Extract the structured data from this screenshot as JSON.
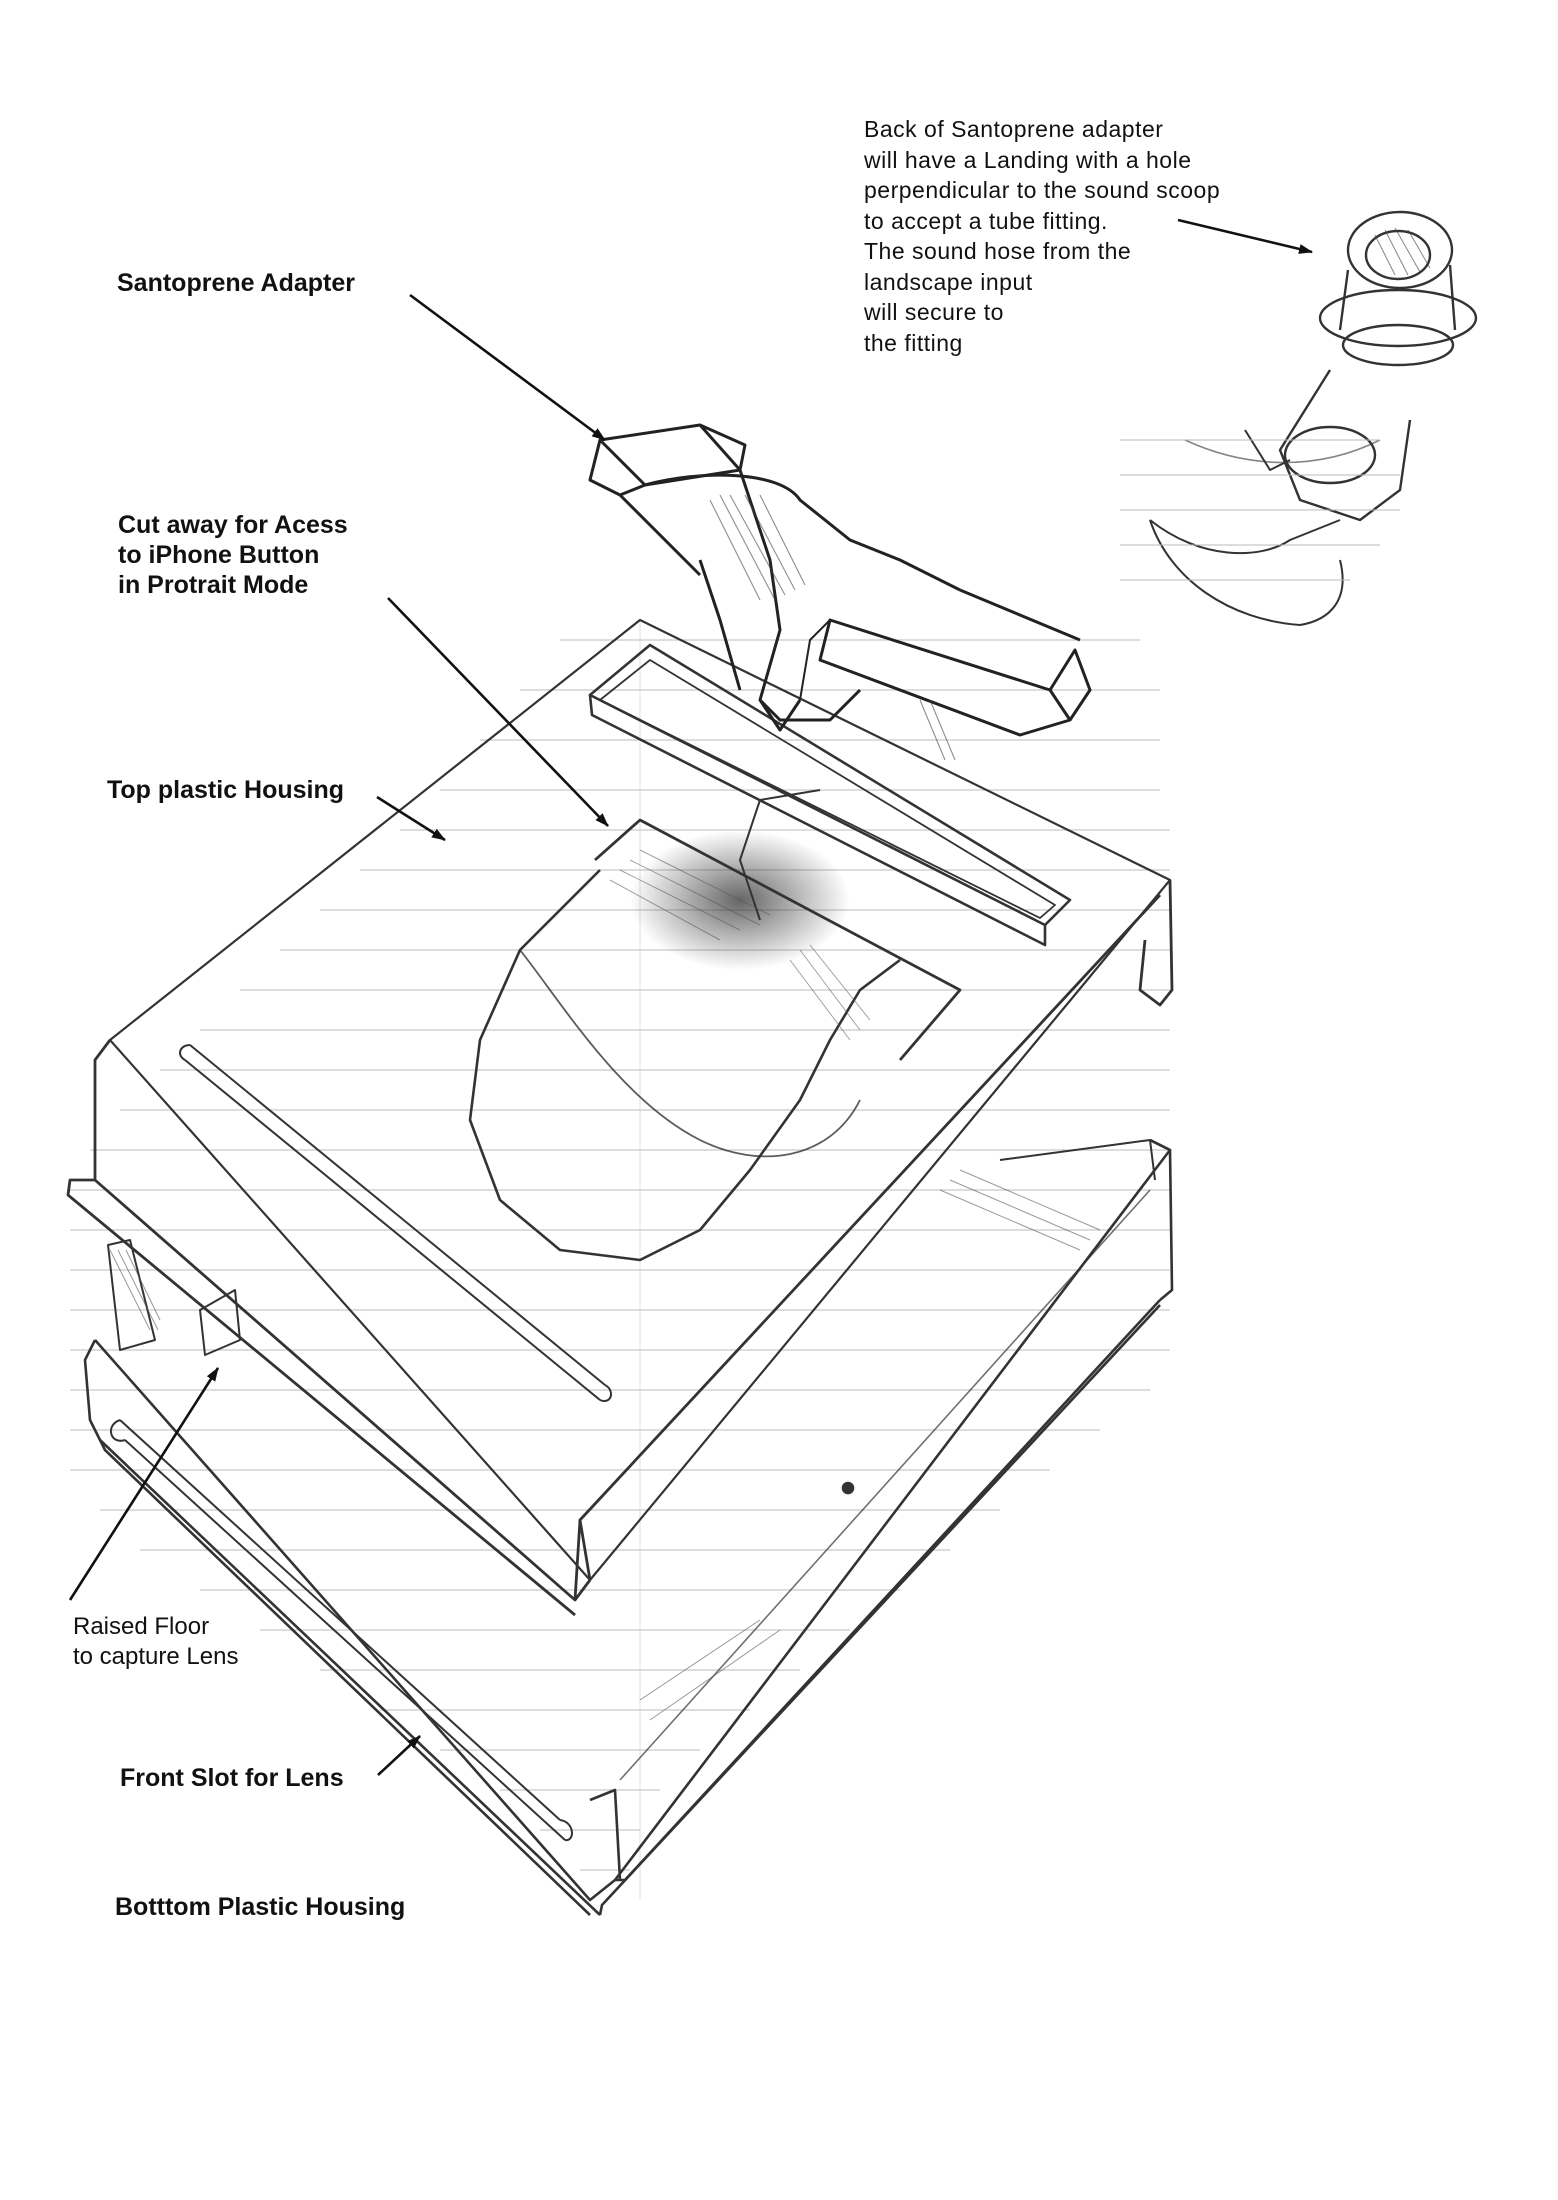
{
  "callouts": {
    "santoprene_adapter": "Santoprene Adapter",
    "cut_away": [
      "Cut away for Acess",
      "to iPhone Button",
      "in Protrait Mode"
    ],
    "top_housing": "Top plastic Housing",
    "raised_floor": [
      "Raised Floor",
      "to capture Lens"
    ],
    "front_slot": "Front Slot for Lens",
    "bottom_housing": "Botttom Plastic Housing",
    "back_note": [
      "Back of Santoprene adapter",
      "will have a Landing with a hole",
      "perpendicular to the sound scoop",
      "to accept a tube fitting.",
      "The sound hose from the",
      "landscape input",
      "will secure to",
      "the fitting"
    ]
  },
  "colors": {
    "ink": "#111111",
    "pencil": "#333333",
    "guide": "#b8b8b8",
    "shade": "#555555"
  }
}
